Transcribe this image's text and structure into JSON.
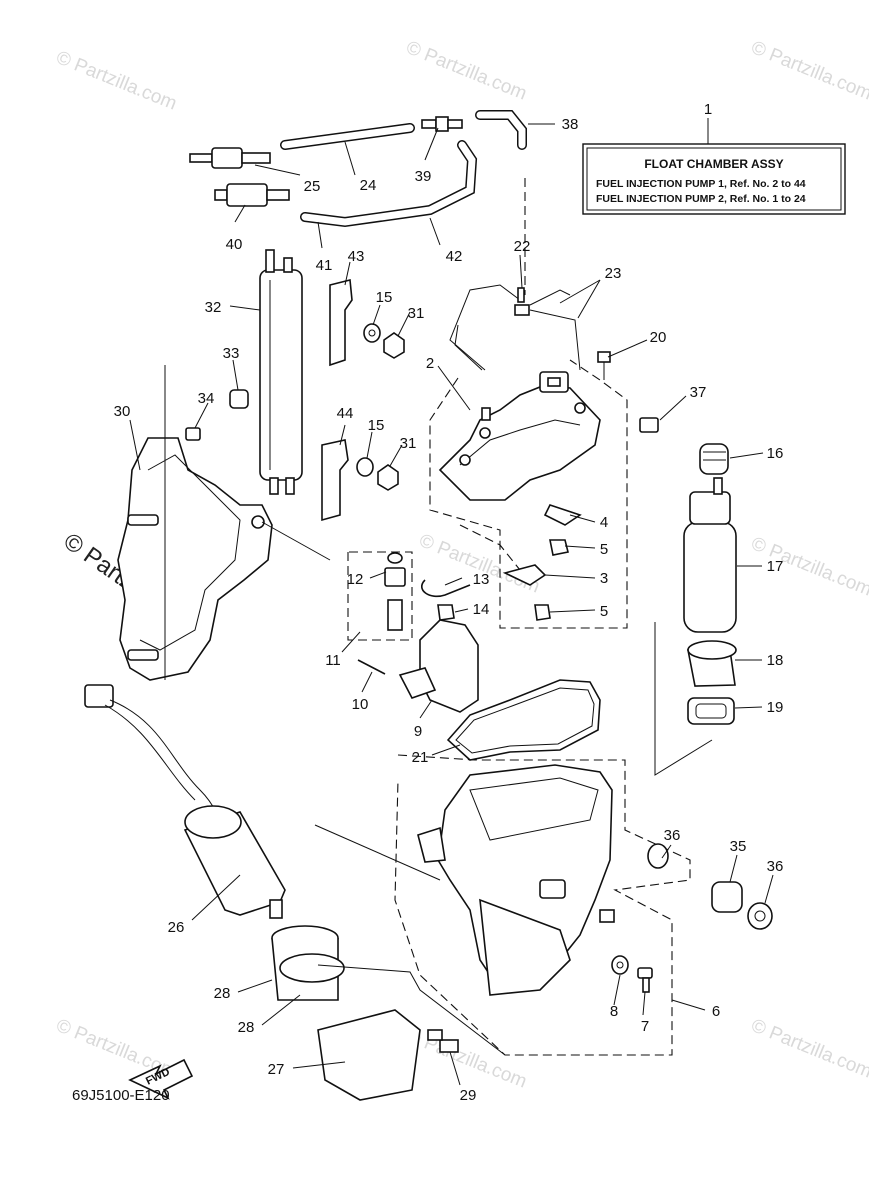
{
  "diagram_code": "69J5100-E120",
  "watermark": "© Partzilla.com",
  "fwd_label": "FWD",
  "assy_box": {
    "title": "FLOAT CHAMBER ASSY",
    "line1": "FUEL INJECTION PUMP 1,  Ref. No. 2 to 44",
    "line2": "FUEL INJECTION PUMP 2,  Ref. No. 1 to 24"
  },
  "callouts": [
    {
      "id": "c1",
      "label": "1"
    },
    {
      "id": "c2",
      "label": "2"
    },
    {
      "id": "c3",
      "label": "3"
    },
    {
      "id": "c4",
      "label": "4"
    },
    {
      "id": "c5a",
      "label": "5"
    },
    {
      "id": "c5b",
      "label": "5"
    },
    {
      "id": "c6",
      "label": "6"
    },
    {
      "id": "c7",
      "label": "7"
    },
    {
      "id": "c8",
      "label": "8"
    },
    {
      "id": "c9",
      "label": "9"
    },
    {
      "id": "c10",
      "label": "10"
    },
    {
      "id": "c11",
      "label": "11"
    },
    {
      "id": "c12",
      "label": "12"
    },
    {
      "id": "c13",
      "label": "13"
    },
    {
      "id": "c14",
      "label": "14"
    },
    {
      "id": "c15a",
      "label": "15"
    },
    {
      "id": "c15b",
      "label": "15"
    },
    {
      "id": "c16",
      "label": "16"
    },
    {
      "id": "c17",
      "label": "17"
    },
    {
      "id": "c18",
      "label": "18"
    },
    {
      "id": "c19",
      "label": "19"
    },
    {
      "id": "c20",
      "label": "20"
    },
    {
      "id": "c21",
      "label": "21"
    },
    {
      "id": "c22",
      "label": "22"
    },
    {
      "id": "c23",
      "label": "23"
    },
    {
      "id": "c24",
      "label": "24"
    },
    {
      "id": "c25",
      "label": "25"
    },
    {
      "id": "c26",
      "label": "26"
    },
    {
      "id": "c27",
      "label": "27"
    },
    {
      "id": "c28a",
      "label": "28"
    },
    {
      "id": "c28b",
      "label": "28"
    },
    {
      "id": "c29",
      "label": "29"
    },
    {
      "id": "c30",
      "label": "30"
    },
    {
      "id": "c31a",
      "label": "31"
    },
    {
      "id": "c31b",
      "label": "31"
    },
    {
      "id": "c32",
      "label": "32"
    },
    {
      "id": "c33",
      "label": "33"
    },
    {
      "id": "c34",
      "label": "34"
    },
    {
      "id": "c35",
      "label": "35"
    },
    {
      "id": "c36a",
      "label": "36"
    },
    {
      "id": "c36b",
      "label": "36"
    },
    {
      "id": "c37",
      "label": "37"
    },
    {
      "id": "c38",
      "label": "38"
    },
    {
      "id": "c39",
      "label": "39"
    },
    {
      "id": "c40",
      "label": "40"
    },
    {
      "id": "c41",
      "label": "41"
    },
    {
      "id": "c42",
      "label": "42"
    },
    {
      "id": "c43",
      "label": "43"
    },
    {
      "id": "c44",
      "label": "44"
    }
  ]
}
